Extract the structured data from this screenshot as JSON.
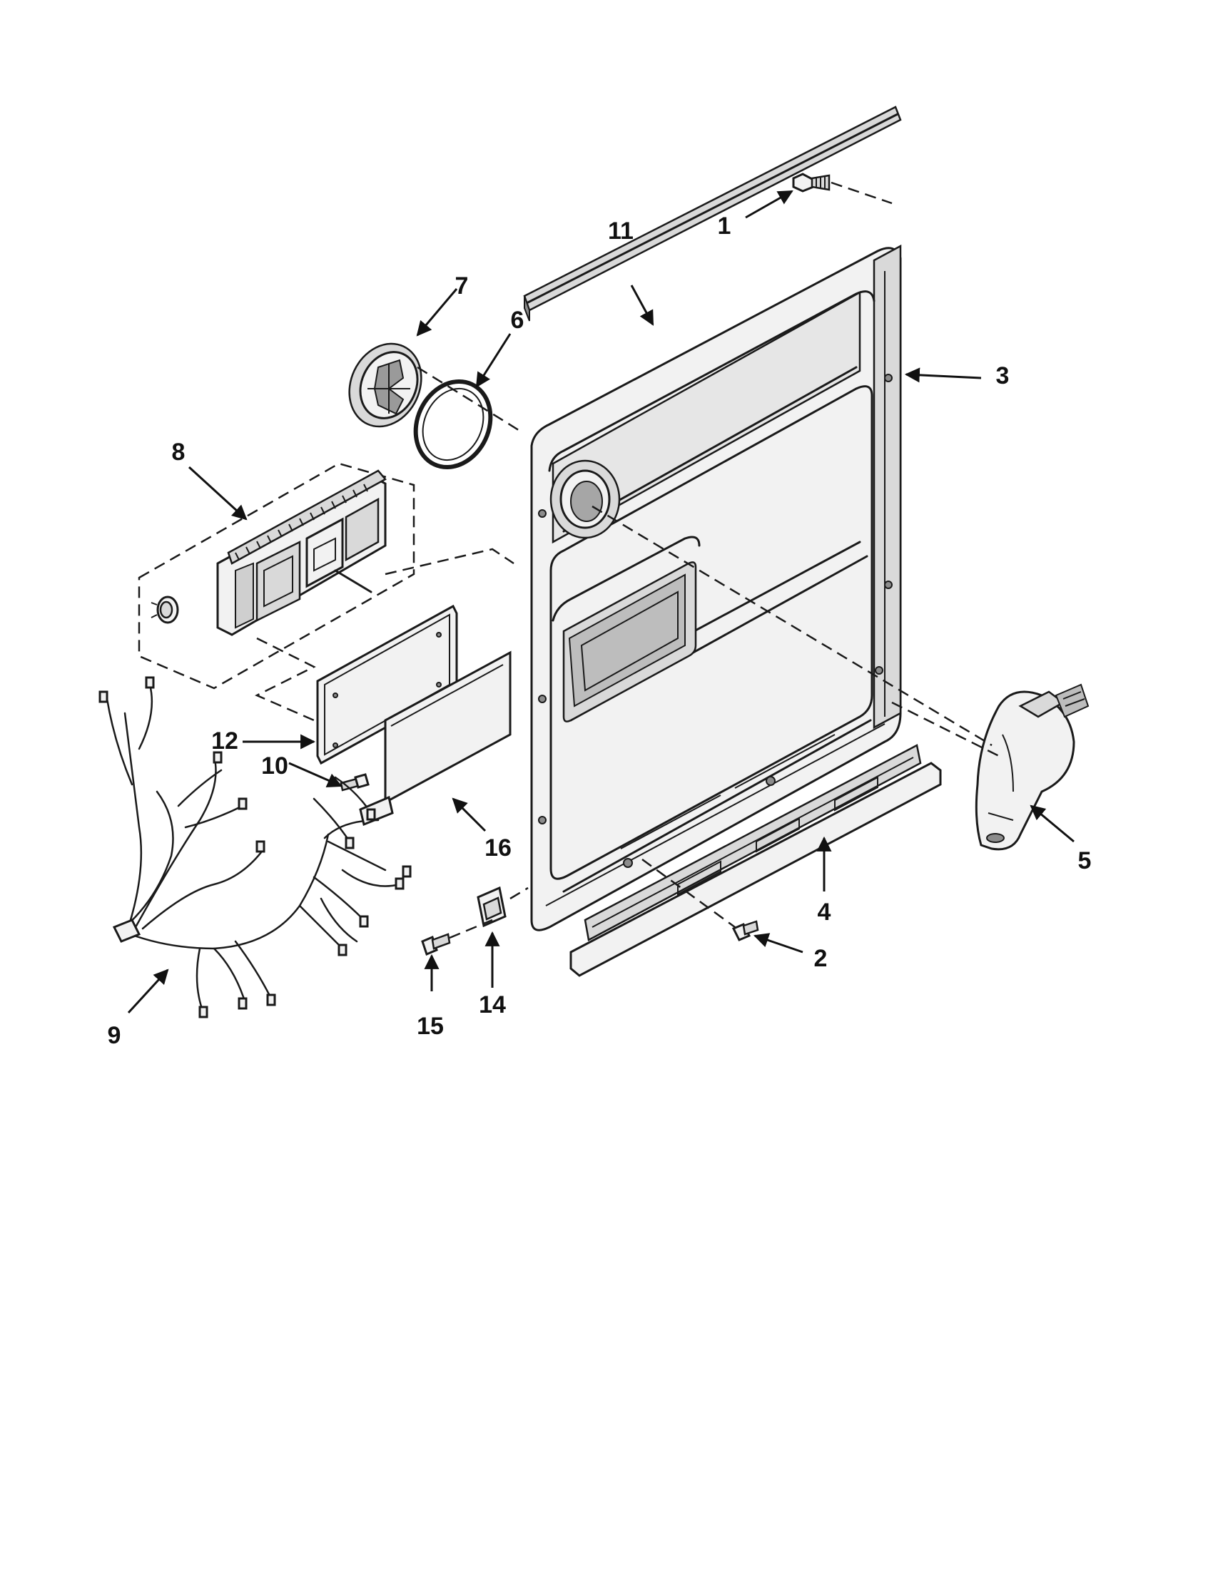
{
  "callouts": {
    "c1": "1",
    "c2": "2",
    "c3": "3",
    "c4": "4",
    "c5": "5",
    "c6": "6",
    "c7": "7",
    "c8": "8",
    "c9": "9",
    "c10": "10",
    "c11": "11",
    "c12": "12",
    "c14": "14",
    "c15": "15",
    "c16": "16"
  },
  "colors": {
    "line": "#1a1a1a",
    "part_fill": "#f2f2f2",
    "shade": "#d9d9d9",
    "background": "#ffffff"
  }
}
